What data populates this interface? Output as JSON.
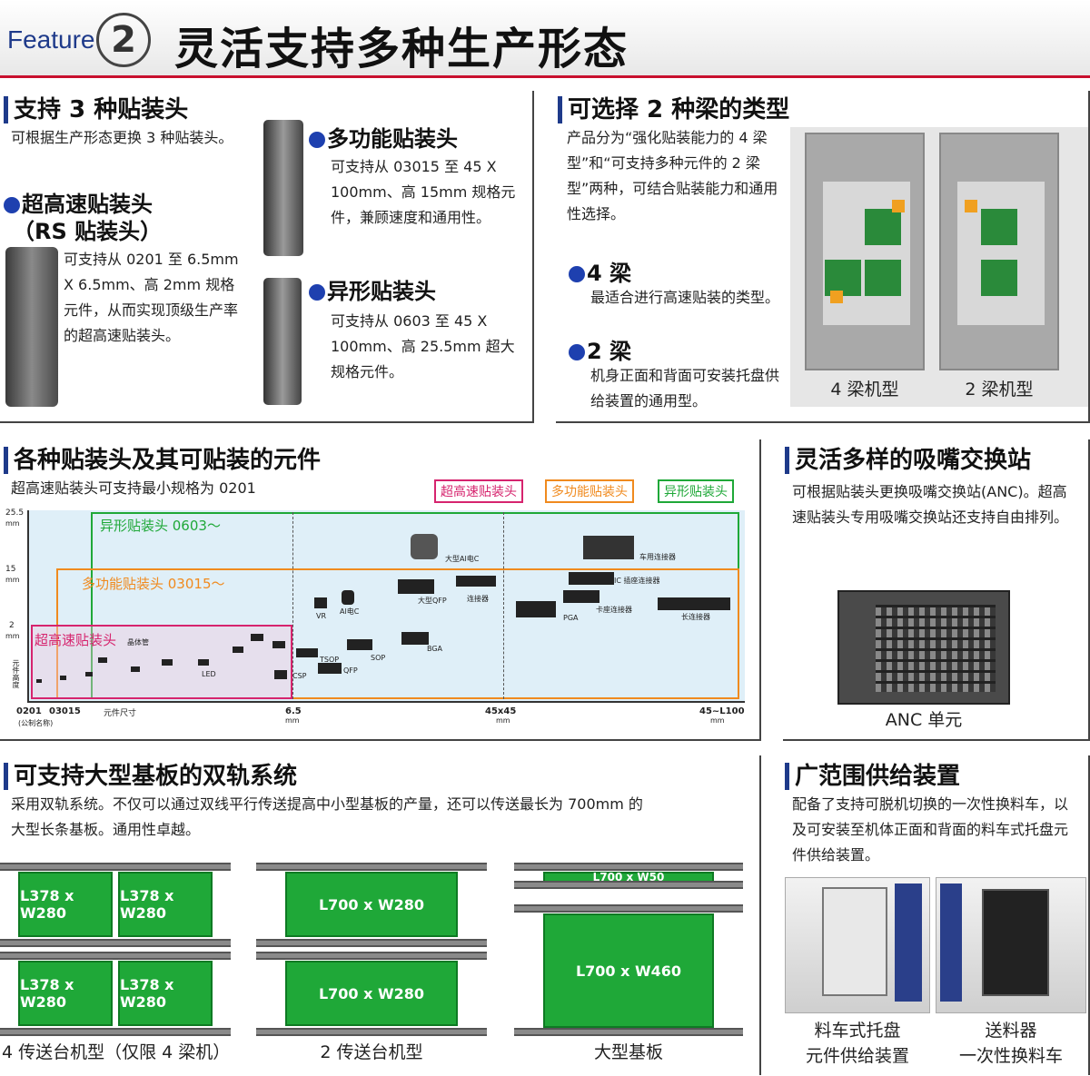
{
  "header": {
    "feature_label": "Feature",
    "number": "2",
    "title": "灵活支持多种生产形态"
  },
  "s1": {
    "title": "支持 3 种贴装头",
    "intro": "可根据生产形态更换 3 种贴装头。",
    "rs": {
      "title1": "超高速贴装头",
      "title2": "（RS 贴装头）",
      "desc": "可支持从 0201 至 6.5mm X 6.5mm、高 2mm 规格元件，从而实现顶级生产率的超高速贴装头。"
    },
    "multi": {
      "title": "多功能贴装头",
      "desc": "可支持从 03015 至 45 X 100mm、高 15mm 规格元件，兼顾速度和通用性。"
    },
    "odd": {
      "title": "异形贴装头",
      "desc": "可支持从 0603 至 45 X 100mm、高 25.5mm 超大规格元件。"
    }
  },
  "s2": {
    "title": "可选择 2 种梁的类型",
    "intro": "产品分为“强化贴装能力的 4 梁型”和“可支持多种元件的 2 梁型”两种，可结合贴装能力和通用性选择。",
    "b4": {
      "title": "4 梁",
      "desc": "最适合进行高速贴装的类型。"
    },
    "b2": {
      "title": "2 梁",
      "desc": "机身正面和背面可安装托盘供给装置的通用型。"
    },
    "cap4": "4 梁机型",
    "cap2": "2 梁机型"
  },
  "s3": {
    "title": "各种贴装头及其可贴装的元件",
    "sub": "超高速贴装头可支持最小规格为 0201",
    "legend": [
      "超高速贴装头",
      "多功能贴装头",
      "异形贴装头"
    ]
  },
  "chart_data": {
    "type": "area",
    "ylabels": [
      "25.5",
      "15",
      "2"
    ],
    "yunit": "mm",
    "ylabel": "元件高度",
    "xlabels": [
      "0201",
      "03015",
      "元件尺寸",
      "6.5",
      "45x45",
      "45~L100"
    ],
    "xunit": "mm",
    "xnote": "(公制名称)",
    "regions": [
      {
        "name": "异形贴装头 0603～",
        "color": "#1fa838"
      },
      {
        "name": "多功能贴装头 03015～",
        "color": "#f08a1e"
      },
      {
        "name": "超高速贴装头",
        "color": "#d6246e"
      }
    ],
    "components": [
      "晶体管",
      "LED",
      "CSP",
      "TSOP",
      "QFP",
      "SOP",
      "BGA",
      "VR",
      "Al电C",
      "大型QFP",
      "连接器",
      "大型Al电C",
      "PGA",
      "卡座连接器",
      "IC 插座连接器",
      "长连接器",
      "车用连接器"
    ]
  },
  "s4": {
    "title": "灵活多样的吸嘴交换站",
    "desc": "可根据贴装头更换吸嘴交换站(ANC)。超高速贴装头专用吸嘴交换站还支持自由排列。",
    "cap": "ANC 单元"
  },
  "s5": {
    "title": "可支持大型基板的双轨系统",
    "desc": "采用双轨系统。不仅可以通过双线平行传送提高中小型基板的产量，还可以传送最长为 700mm 的大型长条基板。通用性卓越。",
    "pcb_small": "L378 x W280",
    "pcb_mid": "L700 x W280",
    "pcb_strip": "L700 x W50",
    "pcb_big": "L700 x W460",
    "cap1": "4 传送台机型（仅限 4 梁机）",
    "cap2": "2 传送台机型",
    "cap3": "大型基板"
  },
  "s6": {
    "title": "广范围供给装置",
    "desc": "配备了支持可脱机切换的一次性换料车，以及可安装至机体正面和背面的料车式托盘元件供给装置。",
    "cap1a": "料车式托盘",
    "cap1b": "元件供给装置",
    "cap2a": "送料器",
    "cap2b": "一次性换料车"
  }
}
